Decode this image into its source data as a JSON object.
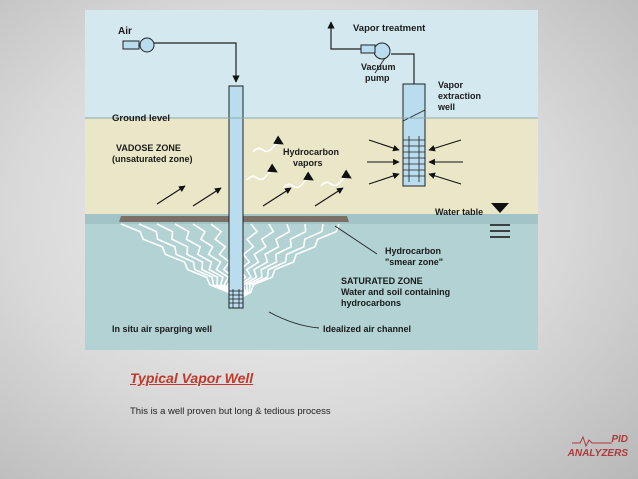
{
  "diagram": {
    "labels": {
      "air": "Air",
      "vapor_treatment": "Vapor treatment",
      "vacuum_pump_line1": "Vacuum",
      "vacuum_pump_line2": "pump",
      "vapor_extraction_line1": "Vapor",
      "vapor_extraction_line2": "extraction",
      "vapor_extraction_line3": "well",
      "ground_level": "Ground level",
      "vadose_zone_line1": "VADOSE ZONE",
      "vadose_zone_line2": "(unsaturated zone)",
      "hydrocarbon_vapors_line1": "Hydrocarbon",
      "hydrocarbon_vapors_line2": "vapors",
      "water_table": "Water table",
      "smear_zone_line1": "Hydrocarbon",
      "smear_zone_line2": "\"smear zone\"",
      "saturated_zone_line1": "SATURATED ZONE",
      "saturated_zone_line2": "Water and soil containing",
      "saturated_zone_line3": "hydrocarbons",
      "sparging_well": "In situ air sparging well",
      "air_channel": "Idealized air channel"
    },
    "colors": {
      "sky": "#d3e8ef",
      "vadose": "#eae7c8",
      "saturated": "#b2d2d4",
      "water_band": "#8fb6bb",
      "pipe": "#b9dcef",
      "smear": "#7a7066"
    }
  },
  "caption": {
    "title": "Typical Vapor Well",
    "text": "This is a well proven but long & tedious process"
  },
  "logo": {
    "line1": "PID",
    "line2": "ANALYZERS"
  }
}
